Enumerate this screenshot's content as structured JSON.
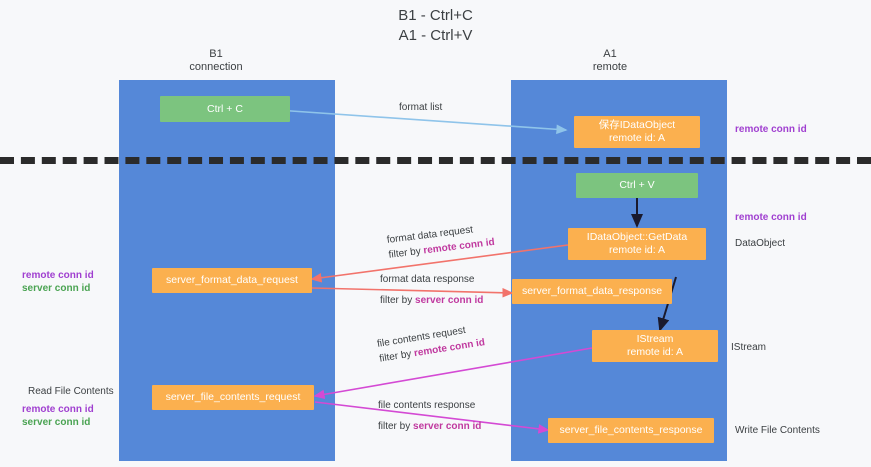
{
  "title": {
    "line1": "B1 - Ctrl+C",
    "line2": "A1 - Ctrl+V"
  },
  "columns": [
    {
      "name": "B1",
      "sub": "connection"
    },
    {
      "name": "A1",
      "sub": "remote"
    }
  ],
  "nodes": {
    "ctrl_c": {
      "line1": "Ctrl + C",
      "color": "#7cc47f"
    },
    "ctrl_v": {
      "line1": "Ctrl + V",
      "color": "#7cc47f"
    },
    "idataobject_saved": {
      "line1": "保存IDataObject",
      "line2": "remote id: A",
      "color": "#fbb04f"
    },
    "idataobject_getdata": {
      "line1": "IDataObject::GetData",
      "line2": "remote id: A",
      "color": "#fbb04f"
    },
    "istream": {
      "line1": "IStream",
      "line2": "remote id: A",
      "color": "#fbb04f"
    },
    "server_format_data_request": {
      "line1": "server_format_data_request",
      "color": "#fbb04f"
    },
    "server_format_data_response": {
      "line1": "server_format_data_response",
      "color": "#fbb04f"
    },
    "server_file_contents_request": {
      "line1": "server_file_contents_request",
      "color": "#fbb04f"
    },
    "server_file_contents_response": {
      "line1": "server_file_contents_response",
      "color": "#fbb04f"
    }
  },
  "edges": {
    "format_list": {
      "label": "format list"
    },
    "format_data_request": {
      "label": "format data request",
      "filter_prefix": "filter by ",
      "filter_key": "remote conn id"
    },
    "format_data_response": {
      "label": "format data response",
      "filter_prefix": "filter by ",
      "filter_key": "server conn id"
    },
    "file_contents_request": {
      "label": "file contents request",
      "filter_prefix": "filter by ",
      "filter_key": "remote conn id"
    },
    "file_contents_response": {
      "label": "file contents response",
      "filter_prefix": "filter by ",
      "filter_key": "server conn id"
    }
  },
  "annotations": {
    "right_top_remote": "remote conn id",
    "right_mid_remote": "remote conn id",
    "right_dataobject": "DataObject",
    "right_istream": "IStream",
    "right_write_file": "Write File Contents",
    "left_remote": "remote conn id",
    "left_server": "server conn id",
    "left_read_file": "Read File Contents",
    "left_remote2": "remote conn id",
    "left_server2": "server conn id"
  },
  "colors": {
    "lane": "#5588d8",
    "green_node": "#7cc47f",
    "orange_node": "#fbb04f",
    "accent_purple": "#a03fd0",
    "accent_green": "#4aa352",
    "arrow_blue": "#8fc4ea",
    "arrow_red": "#f2736b",
    "arrow_magenta": "#d44ad4",
    "arrow_dark": "#1a1a2e",
    "divider": "#2b2b2b"
  }
}
